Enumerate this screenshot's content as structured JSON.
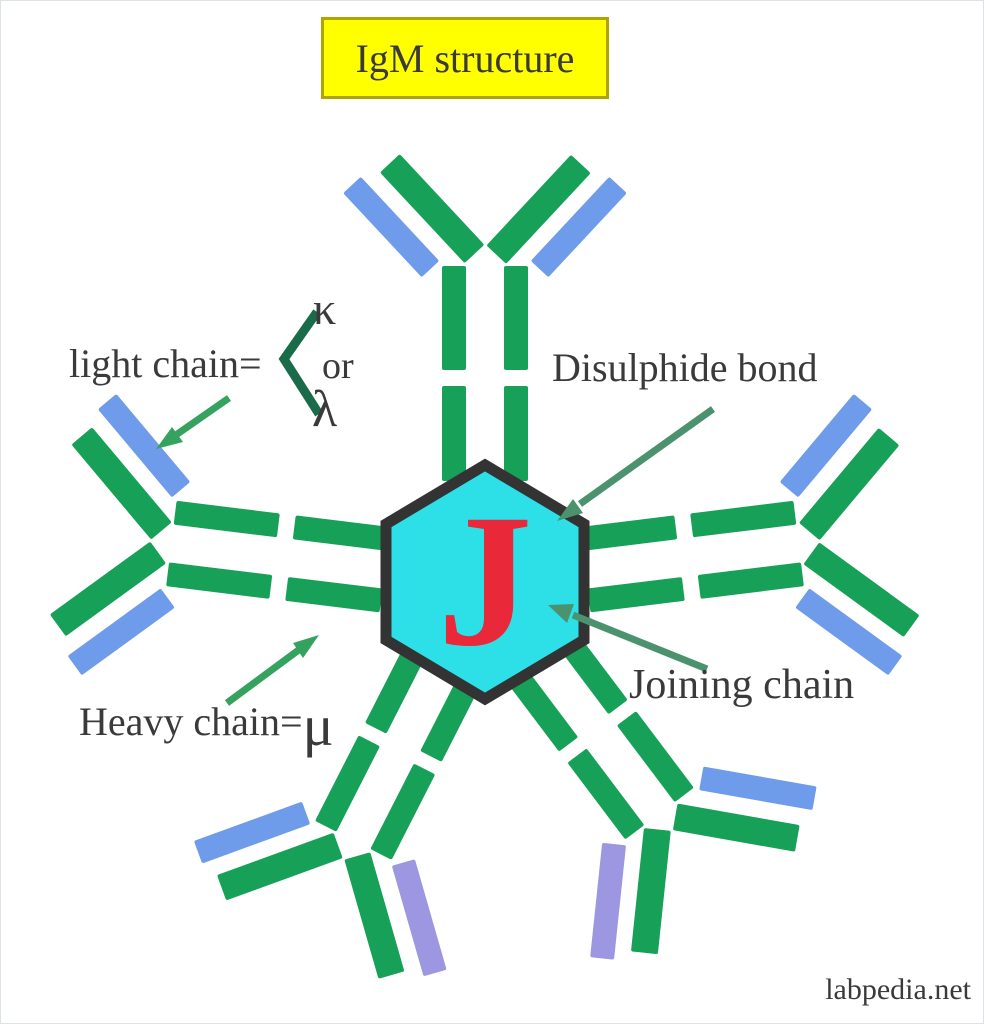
{
  "title": "IgM structure",
  "labels": {
    "light_chain_prefix": "light chain=",
    "kappa": "κ",
    "or_word": "or",
    "lambda": "λ",
    "disulphide_bond": "Disulphide bond",
    "joining_chain": "Joining chain",
    "heavy_chain_prefix": "Heavy chain=",
    "mu": "μ",
    "center_letter": "J",
    "watermark": "labpedia.net"
  },
  "colors": {
    "heavy_chain_green": "#17a057",
    "light_chain_blue": "#6e9bea",
    "light_chain_lavender": "#9c97e0",
    "hexagon_fill": "#2de0e7",
    "hexagon_border": "#333333",
    "j_letter_red": "#e9283a",
    "label_arrow_green": "#35a35f",
    "hex_arrow_sea_green": "#4a936e",
    "bracket_dark_green": "#1a6b4a",
    "title_bg_yellow": "#ffff00",
    "title_border_olive": "#b0a400",
    "text_dark": "#3a3a3a"
  },
  "structure": {
    "units": 5,
    "monomers": [
      {
        "id": "top",
        "angle": 90,
        "branch": 316,
        "arms": [
          {
            "dir": -43,
            "light": "blue"
          },
          {
            "dir": 43,
            "light": "blue"
          }
        ]
      },
      {
        "id": "left",
        "angle": 173,
        "branch": 316,
        "arms": [
          {
            "dir": 43,
            "light": "blue"
          },
          {
            "dir": -43,
            "light": "blue"
          }
        ]
      },
      {
        "id": "right",
        "angle": 7,
        "branch": 316,
        "arms": [
          {
            "dir": -43,
            "light": "blue"
          },
          {
            "dir": 43,
            "light": "blue"
          }
        ]
      },
      {
        "id": "bottom-left",
        "angle": 243,
        "branch": 290,
        "arms": [
          {
            "dir": 43,
            "light": "blue"
          },
          {
            "dir": -43,
            "light": "lavender"
          }
        ]
      },
      {
        "id": "bottom-right",
        "angle": 307,
        "branch": 290,
        "arms": [
          {
            "dir": 43,
            "light": "lavender"
          },
          {
            "dir": -43,
            "light": "blue"
          }
        ]
      }
    ]
  }
}
